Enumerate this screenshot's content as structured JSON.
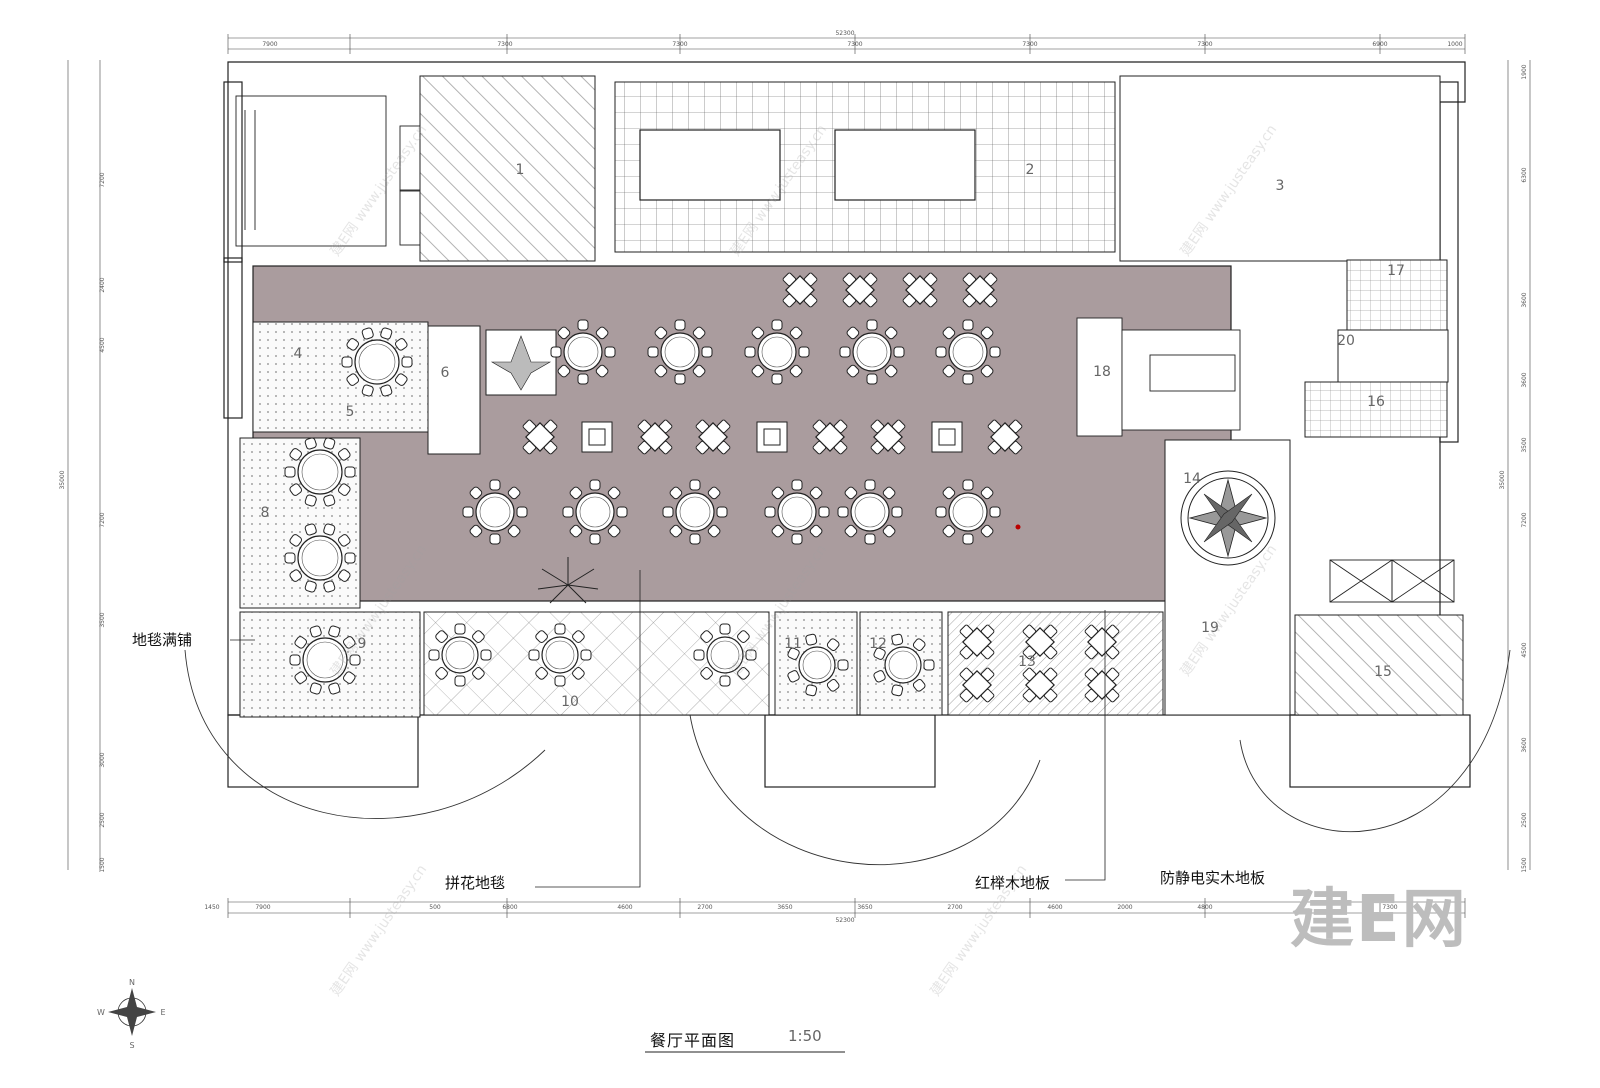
{
  "title": "餐厅平面图",
  "scale": "1:50",
  "callouts": {
    "carpet_full": "地毯满铺",
    "pattern_carpet": "拼花地毯",
    "red_beech_floor": "红榉木地板",
    "antistatic_floor": "防静电实木地板"
  },
  "room_numbers": [
    "1",
    "2",
    "3",
    "4",
    "5",
    "6",
    "8",
    "9",
    "10",
    "11",
    "12",
    "13",
    "14",
    "15",
    "16",
    "17",
    "18",
    "19",
    "20"
  ],
  "dimensions": {
    "total": "52300",
    "top": [
      "7900",
      "7300",
      "7300",
      "7300",
      "7300",
      "7300",
      "6900",
      "1000"
    ],
    "bottom": [
      "1450",
      "7900",
      "500",
      "6800",
      "4600",
      "2700",
      "3650",
      "3650",
      "2700",
      "4600",
      "2000",
      "4800",
      "7300"
    ],
    "left": [
      "7200",
      "2400",
      "4500",
      "7200",
      "3500",
      "3000",
      "2500",
      "1500"
    ],
    "left_total": "35000",
    "right": [
      "1900",
      "6300",
      "3600",
      "3600",
      "3500",
      "7200",
      "4500",
      "3600",
      "2500",
      "1500"
    ],
    "right_total": "35000"
  },
  "logo": "建E网",
  "watermark": "建E网 www.justeasy.cn",
  "compass": {
    "n": "N",
    "e": "E",
    "s": "S",
    "w": "W"
  },
  "colors": {
    "hall_floor": "#aa9c9e",
    "line": "#222222",
    "carpet": "#e9e9e9"
  }
}
